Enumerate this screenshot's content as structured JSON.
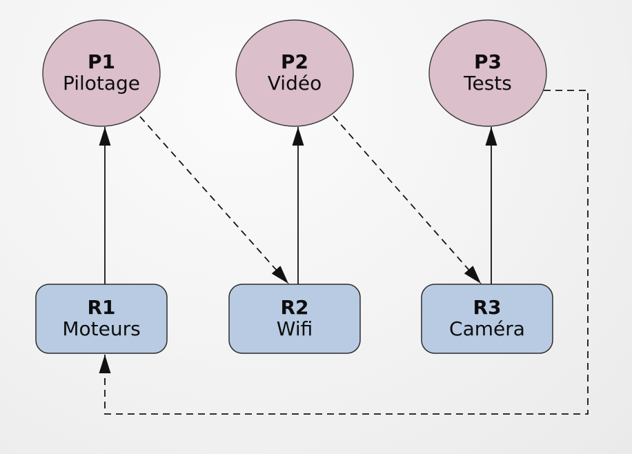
{
  "diagram": {
    "type": "resource-allocation-graph",
    "nodes": {
      "processes": [
        {
          "id": "P1",
          "label": "Pilotage"
        },
        {
          "id": "P2",
          "label": "Vidéo"
        },
        {
          "id": "P3",
          "label": "Tests"
        }
      ],
      "resources": [
        {
          "id": "R1",
          "label": "Moteurs"
        },
        {
          "id": "R2",
          "label": "Wifi"
        },
        {
          "id": "R3",
          "label": "Caméra"
        }
      ]
    },
    "edges": [
      {
        "from": "R1",
        "to": "P1",
        "style": "solid"
      },
      {
        "from": "R2",
        "to": "P2",
        "style": "solid"
      },
      {
        "from": "R3",
        "to": "P3",
        "style": "solid"
      },
      {
        "from": "P1",
        "to": "R2",
        "style": "dashed"
      },
      {
        "from": "P2",
        "to": "R3",
        "style": "dashed"
      },
      {
        "from": "P3",
        "to": "R1",
        "style": "dashed"
      }
    ],
    "colors": {
      "process_fill": "#dbbfca",
      "resource_fill": "#b8cbe2",
      "node_stroke": "#3a3a3a",
      "edge": "#121212",
      "background_light": "#fbfbfb",
      "background_dark": "#eaeaea"
    }
  }
}
